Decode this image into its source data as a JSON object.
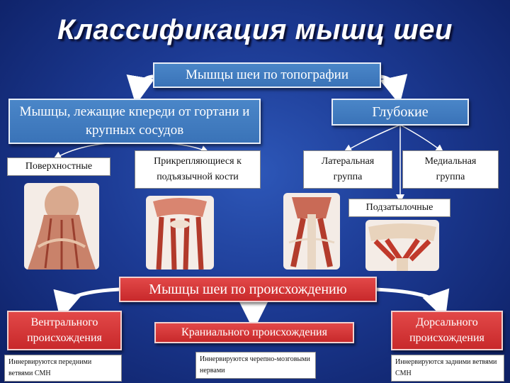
{
  "title": "Классификация мышц шеи",
  "topography": {
    "header": "Мышцы шеи по топографии",
    "anterior": "Мышцы, лежащие кпереди от гортани и крупных сосудов",
    "deep": "Глубокие",
    "superficial": "Поверхностные",
    "hyoid": "Прикрепляющиеся к подъязычной кости",
    "lateral": "Латеральная группа",
    "medial": "Медиальная группа",
    "suboccipital": "Подзатылочные"
  },
  "origin": {
    "header": "Мышцы шеи по происхождению",
    "ventral": "Вентрального происхождения",
    "cranial": "Краниального происхождения",
    "dorsal": "Дорсального происхождения",
    "ventral_note": "Иннервируются передними ветвями СМН",
    "cranial_note": "Иннервируются черепно-мозговыми нервами",
    "dorsal_note": "Иннервируются задними ветвями СМН"
  },
  "images": [
    "superficial-neck-muscles-illustration",
    "hyoid-muscles-illustration",
    "deep-neck-muscles-illustration",
    "suboccipital-muscles-illustration"
  ],
  "colors": {
    "background": "#1c3a93",
    "blue_box": "#3a73b8",
    "red_box": "#c8292b",
    "arrow": "#ffffff"
  }
}
